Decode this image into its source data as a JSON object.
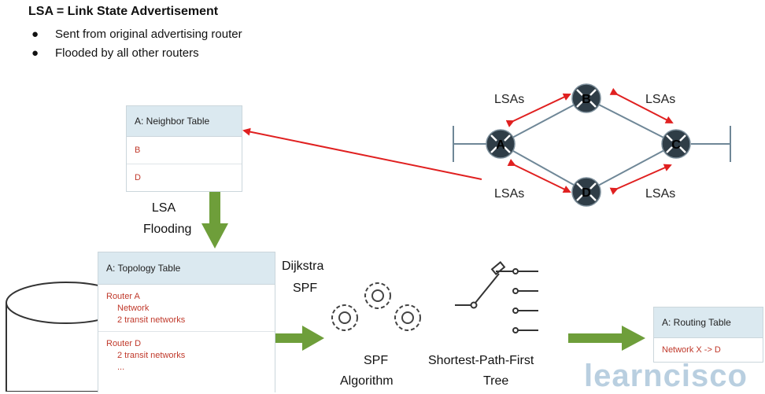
{
  "header": {
    "title": "LSA = Link State Advertisement",
    "bullets": [
      "Sent from original advertising router",
      "Flooded by all other routers"
    ],
    "bullet_glyph": "●"
  },
  "neighbor_table": {
    "title": "A: Neighbor Table",
    "rows": [
      "B",
      "D"
    ]
  },
  "lsa_flooding": {
    "line1": "LSA",
    "line2": "Flooding"
  },
  "topology_table": {
    "title": "A: Topology Table",
    "group1": [
      "Router A",
      "Network",
      "2 transit networks"
    ],
    "group2": [
      "Router D",
      "2 transit networks",
      "..."
    ]
  },
  "dijkstra": {
    "line1": "Dijkstra",
    "line2": "SPF"
  },
  "spf": {
    "line1": "SPF",
    "line2": "Algorithm"
  },
  "tree": {
    "line1": "Shortest-Path-First",
    "line2": "Tree"
  },
  "routing_table": {
    "title": "A: Routing Table",
    "rows": [
      "Network X -> D"
    ]
  },
  "routers": {
    "a": "A",
    "b": "B",
    "c": "C",
    "d": "D"
  },
  "lsa_labels": [
    "LSAs",
    "LSAs",
    "LSAs",
    "LSAs"
  ],
  "watermark": "learncisco",
  "colors": {
    "arrow_green": "#6e9e3a",
    "arrow_red": "#e02020",
    "header_fill": "#dbe9f0",
    "router_fill": "#2f3d47",
    "link": "#6f8797",
    "text_red": "#c0392b"
  }
}
